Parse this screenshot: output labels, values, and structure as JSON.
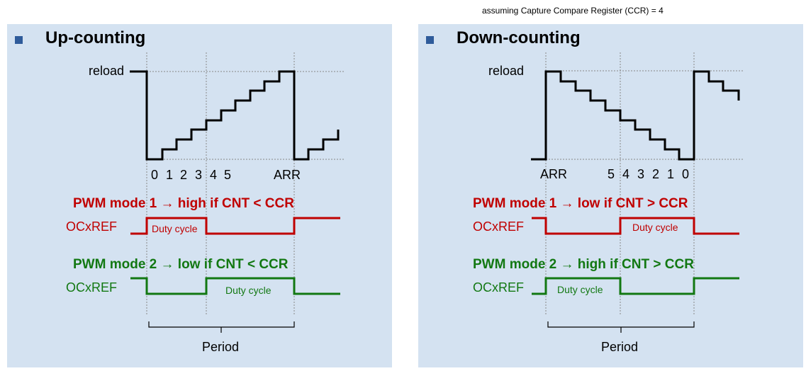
{
  "note": "assuming Capture Compare Register (CCR) = 4",
  "up": {
    "title": "Up-counting",
    "reload": "reload",
    "ticks": [
      "0",
      "1",
      "2",
      "3",
      "4",
      "5",
      "ARR"
    ],
    "mode1": "PWM mode 1 → high if CNT < CCR",
    "mode2": "PWM mode 2 → low if CNT < CCR",
    "ocxref": "OCxREF",
    "duty": "Duty cycle",
    "period": "Period"
  },
  "down": {
    "title": "Down-counting",
    "reload": "reload",
    "ticks": [
      "ARR",
      "5",
      "4",
      "3",
      "2",
      "1",
      "0"
    ],
    "mode1": "PWM mode 1 → low if CNT > CCR",
    "mode2": "PWM mode 2 → high if CNT > CCR",
    "ocxref": "OCxREF",
    "duty": "Duty cycle",
    "period": "Period"
  },
  "colors": {
    "panel": "#d4e2f1",
    "bullet": "#2f5b9a",
    "red": "#c00000",
    "green": "#127812"
  }
}
